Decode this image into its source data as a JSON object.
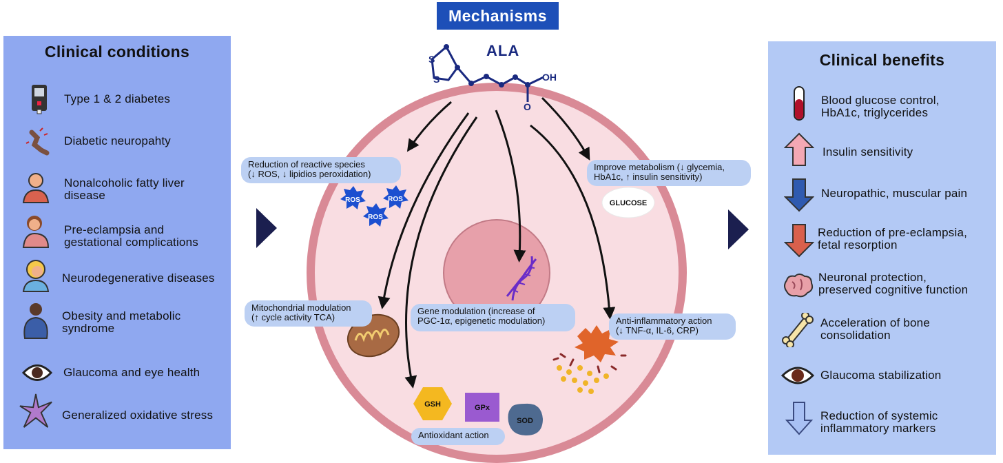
{
  "header": {
    "title": "Mechanisms",
    "molecule": "ALA"
  },
  "molecule_labels": {
    "s1": "S",
    "s2": "S",
    "oh": "OH",
    "o": "O"
  },
  "left_panel": {
    "title": "Clinical conditions",
    "items": [
      {
        "label1": "Type 1 & 2 diabetes",
        "label2": "",
        "icon": "glucometer-icon"
      },
      {
        "label1": "Diabetic neuropahty",
        "label2": "",
        "icon": "nerve-icon"
      },
      {
        "label1": "Nonalcoholic fatty liver",
        "label2": "disease",
        "icon": "person-icon"
      },
      {
        "label1": "Pre-eclampsia and",
        "label2": "gestational complications",
        "icon": "pregnant-woman-icon"
      },
      {
        "label1": "Neurodegenerative diseases",
        "label2": "",
        "icon": "elderly-person-icon"
      },
      {
        "label1": "Obesity and metabolic",
        "label2": "syndrome",
        "icon": "obese-person-icon"
      },
      {
        "label1": "Glaucoma and eye health",
        "label2": "",
        "icon": "eye-icon"
      },
      {
        "label1": "Generalized oxidative stress",
        "label2": "",
        "icon": "star-burst-icon"
      }
    ]
  },
  "right_panel": {
    "title": "Clinical benefits",
    "items": [
      {
        "label1": "Blood glucose control,",
        "label2": "HbA1c, triglycerides",
        "icon": "blood-tube-icon"
      },
      {
        "label1": "Insulin sensitivity",
        "label2": "",
        "icon": "arrow-up-icon"
      },
      {
        "label1": "Neuropathic, muscular pain",
        "label2": "",
        "icon": "arrow-down-icon"
      },
      {
        "label1": "Reduction of pre-eclampsia,",
        "label2": "fetal resorption",
        "icon": "arrow-down-red-icon"
      },
      {
        "label1": "Neuronal protection,",
        "label2": "preserved cognitive function",
        "icon": "brain-icon"
      },
      {
        "label1": "Acceleration of bone",
        "label2": "consolidation",
        "icon": "bone-icon"
      },
      {
        "label1": "Glaucoma stabilization",
        "label2": "",
        "icon": "eye-icon"
      },
      {
        "label1": "Reduction of systemic",
        "label2": "inflammatory markers",
        "icon": "arrow-down-outline-icon"
      }
    ]
  },
  "mechanisms": {
    "ros": {
      "line1": "Reduction of reactive species",
      "line2": "(↓ ROS, ↓ lipidios peroxidation)",
      "badge": "ROS"
    },
    "metabolism": {
      "line1": "Improve metabolism (↓ glycemia,",
      "line2": "HbA1c, ↑  insulin sensitivity)",
      "glucose": "GLUCOSE"
    },
    "mito": {
      "line1": "Mitochondrial modulation",
      "line2": "(↑ cycle activity TCA)"
    },
    "gene": {
      "line1": "Gene modulation (increase of",
      "line2": "PGC-1α, epigenetic modulation)"
    },
    "inflam": {
      "line1": "Anti-inflammatory action",
      "line2": "(↓ TNF-α, IL-6, CRP)"
    },
    "antiox": {
      "label": "Antioxidant action",
      "gsh": "GSH",
      "gpx": "GPx",
      "sod": "SOD"
    }
  },
  "colors": {
    "left_panel": "#8fa8f0",
    "right_panel": "#b3c9f5",
    "header": "#1d4fb8",
    "cell_outer": "#d98a96",
    "cell_inner": "#f9dde2",
    "nucleus": "#e7a0aa",
    "callout": "#bcd0f3",
    "arrow": "#111111",
    "play_arrow": "#1b1f4f"
  }
}
